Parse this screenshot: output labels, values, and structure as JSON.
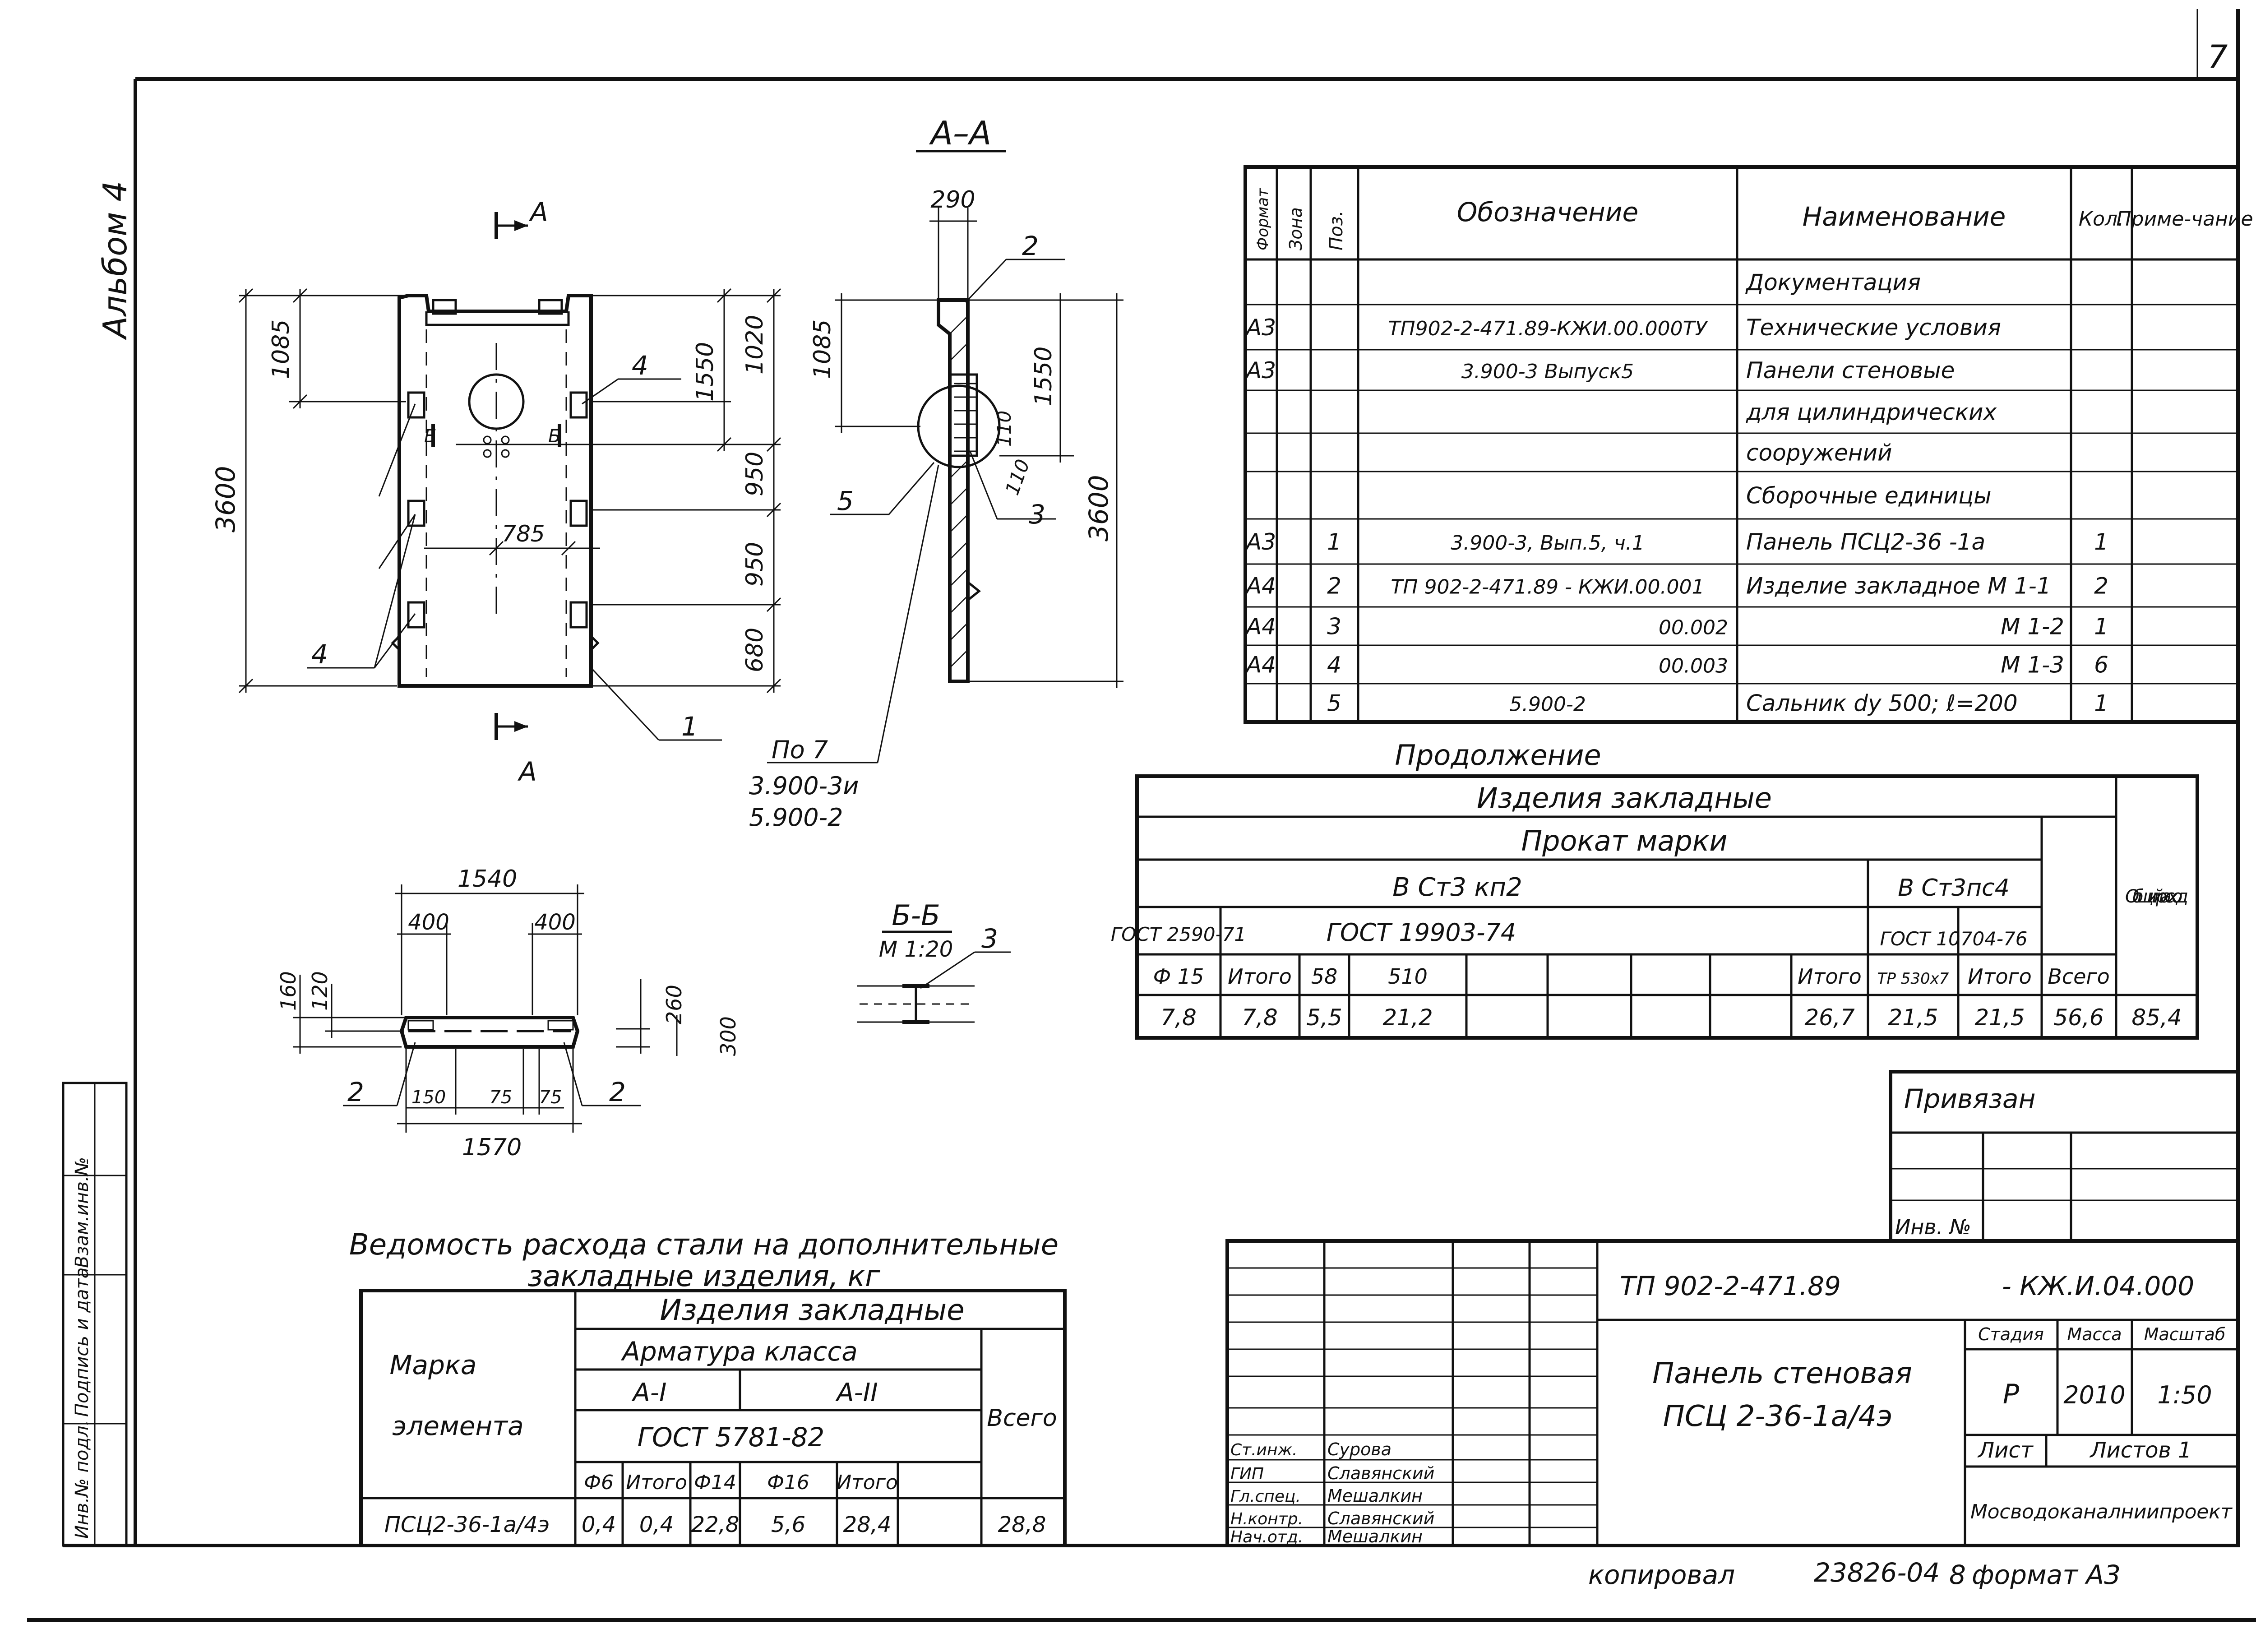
{
  "sheet": {
    "page_number": "7",
    "album": "Альбом 4",
    "copied_line": "копировал",
    "copied_number": "23826-04",
    "copied_sheet": "8",
    "format_label": "формат А3"
  },
  "views": {
    "section_aa_title": "А–А",
    "section_mark": "А",
    "elevation_dims": [
      "1085",
      "3600",
      "1550",
      "1020",
      "950",
      "950",
      "680",
      "785"
    ],
    "elevation_callouts": [
      "4",
      "4",
      "1"
    ],
    "section_b_marks": [
      "Б",
      "Б"
    ],
    "section_dims": [
      "290",
      "1085",
      "1550",
      "3600",
      "110",
      "110"
    ],
    "section_callouts": [
      "2",
      "5",
      "3"
    ],
    "ref_note": [
      "По 7",
      "3.900-3и",
      "5.900-2"
    ],
    "plan_dims": [
      "1540",
      "400",
      "400",
      "160",
      "120",
      "150",
      "75",
      "75",
      "1570",
      "260",
      "300"
    ],
    "plan_callouts": [
      "2",
      "2"
    ],
    "section_bb_title": "Б-Б",
    "section_bb_scale": "М 1:20",
    "section_bb_callout": "3"
  },
  "spec_table": {
    "headers": [
      "Формат",
      "Зона",
      "Поз.",
      "Обозначение",
      "Наименование",
      "Кол.",
      "Приме-чание"
    ],
    "rows": [
      [
        "",
        "",
        "",
        "",
        "Документация",
        "",
        ""
      ],
      [
        "А3",
        "",
        "",
        "ТП902-2-471.89-КЖИ.00.000ТУ",
        "Технические условия",
        "",
        ""
      ],
      [
        "А3",
        "",
        "",
        "3.900-3 Выпуск5",
        "Панели стеновые",
        "",
        ""
      ],
      [
        "",
        "",
        "",
        "",
        "для цилиндрических",
        "",
        ""
      ],
      [
        "",
        "",
        "",
        "",
        "сооружений",
        "",
        ""
      ],
      [
        "",
        "",
        "",
        "",
        "Сборочные единицы",
        "",
        ""
      ],
      [
        "А3",
        "",
        "1",
        "3.900-3, Вып.5, ч.1",
        "Панель ПСЦ2-36 -1а",
        "1",
        ""
      ],
      [
        "А4",
        "",
        "2",
        "ТП 902-2-471.89 - КЖИ.00.001",
        "Изделие закладное М 1-1",
        "2",
        ""
      ],
      [
        "А4",
        "",
        "3",
        "00.002",
        "М 1-2",
        "1",
        ""
      ],
      [
        "А4",
        "",
        "4",
        "00.003",
        "М 1-3",
        "6",
        ""
      ],
      [
        "",
        "",
        "5",
        "5.900-2",
        "Сальник dy 500; ℓ=200",
        "1",
        ""
      ]
    ]
  },
  "continuation_table": {
    "caption": "Продолжение",
    "title": "Изделия закладные",
    "subtitle": "Прокат марки",
    "grade_a": "В Ст3 кп2",
    "grade_b": "В Ст3пс4",
    "std_a": "ГОСТ 2590-71",
    "std_b": "ГОСТ 19903-74",
    "std_c": "ГОСТ 10704-76",
    "total_label": "Общий расход",
    "cols": [
      "Ф 15",
      "Итого",
      "58",
      "510",
      "",
      "",
      "",
      "",
      "Итого",
      "ТР 530х7",
      "Итого",
      "Всего"
    ],
    "values": [
      "7,8",
      "7,8",
      "5,5",
      "21,2",
      "",
      "",
      "",
      "",
      "26,7",
      "21,5",
      "21,5",
      "56,6",
      "85,4"
    ]
  },
  "steel_table": {
    "caption_line1": "Ведомость расхода стали на дополнительные",
    "caption_line2": "закладные изделия, кг",
    "col_mark": "Марка",
    "col_element": "элемента",
    "group": "Изделия закладные",
    "subgroup": "Арматура класса",
    "class_1": "А-I",
    "class_2": "А-II",
    "gost": "ГОСТ 5781-82",
    "total": "Всего",
    "cols": [
      "Ф6",
      "Итого",
      "Ф14",
      "Ф16",
      "Итого"
    ],
    "row": [
      "ПСЦ2-36-1а/4э",
      "0,4",
      "0,4",
      "22,8",
      "5,6",
      "28,4",
      "28,8"
    ]
  },
  "binding_block": {
    "label": "Привязан",
    "inv_label": "Инв. №"
  },
  "side_stamp": [
    "Инв.№ подл.",
    "Подпись и дата",
    "Взам.инв.№"
  ],
  "title_block": {
    "project_code": "ТП 902-2-471.89",
    "doc_code": "- КЖ.И.04.000",
    "name_line1": "Панель стеновая",
    "name_line2": "ПСЦ 2-36-1а/4э",
    "stage_label": "Стадия",
    "mass_label": "Масса",
    "scale_label": "Масштаб",
    "stage": "Р",
    "mass": "2010",
    "scale": "1:50",
    "sheet_label": "Лист",
    "sheets_label": "Листов 1",
    "organization": "Мосводоканалниипроект",
    "signatures": [
      {
        "role": "Ст.инж.",
        "name": "Сурова"
      },
      {
        "role": "ГИП",
        "name": "Славянский"
      },
      {
        "role": "Гл.спец.",
        "name": "Мешалкин"
      },
      {
        "role": "Н.контр.",
        "name": "Славянский"
      },
      {
        "role": "Нач.отд.",
        "name": "Мешалкин"
      }
    ]
  }
}
